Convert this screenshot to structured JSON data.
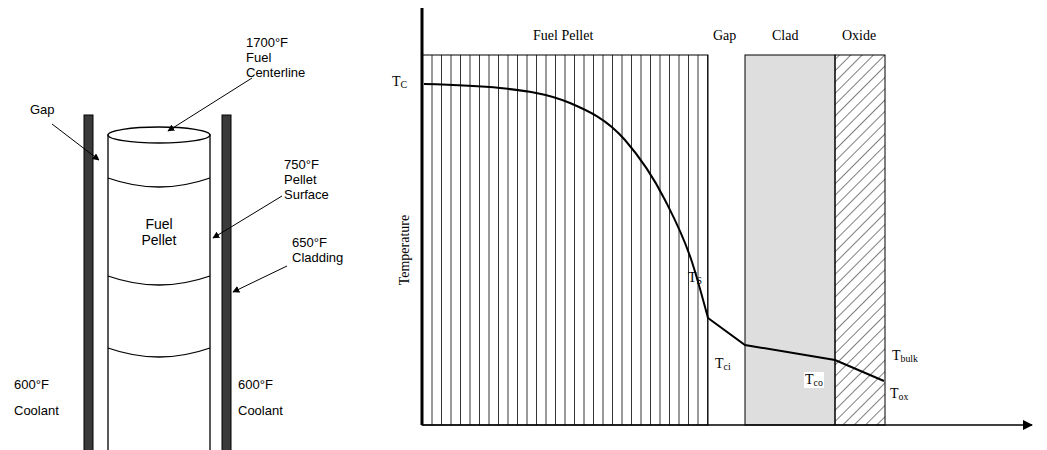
{
  "diagram": {
    "nodes": [
      {
        "text": [
          "Fuel Pellet"
        ]
      }
    ],
    "labels": [
      "Gap",
      "1700°F",
      "Fuel Centerline",
      "750°F",
      "Pellet Surface",
      "650°F",
      "Cladding",
      "600°F",
      "Coolant",
      "600°F",
      "Coolant",
      "Fuel Pellet",
      "Gap",
      "Clad",
      "Oxide",
      "Temperature",
      "TC",
      "TS",
      "Tci",
      "Tco",
      "Tox",
      "Tbulk"
    ]
  }
}
